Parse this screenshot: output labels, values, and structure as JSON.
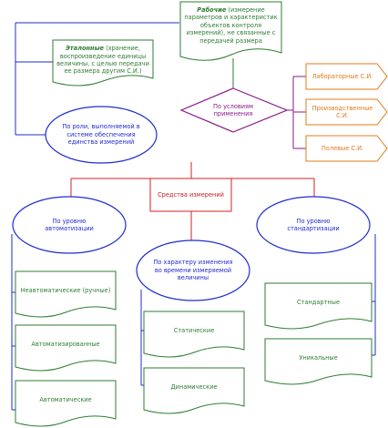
{
  "center": "Средства измерений",
  "by_role": "По роли, выполняемой в системе обеспечения единства измерений",
  "etalon": {
    "term": "Эталонные",
    "desc": " (хранение, воспроизведение единицы величины, с целью передачи ее размера другим С.И.)"
  },
  "working": {
    "term": "Рабочие",
    "desc": " (измерение параметров и характеристик объектов контроля измерений), не связанные с передачей размера"
  },
  "by_conditions": "По условиям применения",
  "conditions": [
    "Лабораторные С.И.",
    "Производственные С.И.",
    "Полевые С.И."
  ],
  "by_automation": "По уровню автоматизации",
  "automation": [
    "Неавтоматические (ручные)",
    "Автоматизированные",
    "Автоматические"
  ],
  "by_character": "По характеру изменения во времени измеряемой величины",
  "character": [
    "Статические",
    "Динамические"
  ],
  "by_standard": "По уровню стандартизации",
  "standard": [
    "Стандартные",
    "Уникальные"
  ]
}
